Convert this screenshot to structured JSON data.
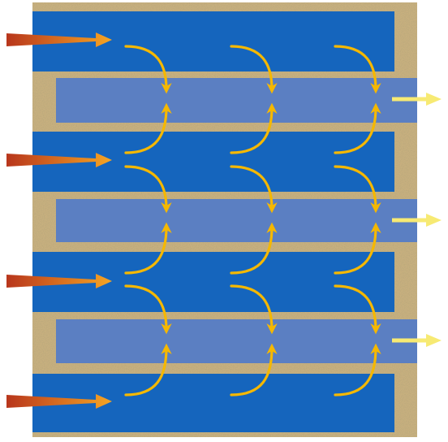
{
  "colors": {
    "background": "#ffffff",
    "porous_medium": "#c8b07e",
    "porous_speckle_dark": "#7a6235",
    "porous_speckle_light": "#e8d6a4",
    "inlet_channel": "#1565bd",
    "outlet_channel": "#5b7fc2",
    "inlet_arrow_start": "#b8361c",
    "inlet_arrow_end": "#f5a524",
    "flow_arrow": "#f5b800",
    "outlet_arrow": "#f7ea73"
  },
  "icons": {
    "inlet": "inlet-arrow-icon",
    "flow": "curved-flow-arrow-icon",
    "outlet": "outlet-arrow-icon"
  },
  "structure": {
    "inlet_channel_count": 4,
    "outlet_channel_count": 3,
    "flow_columns": 3
  }
}
